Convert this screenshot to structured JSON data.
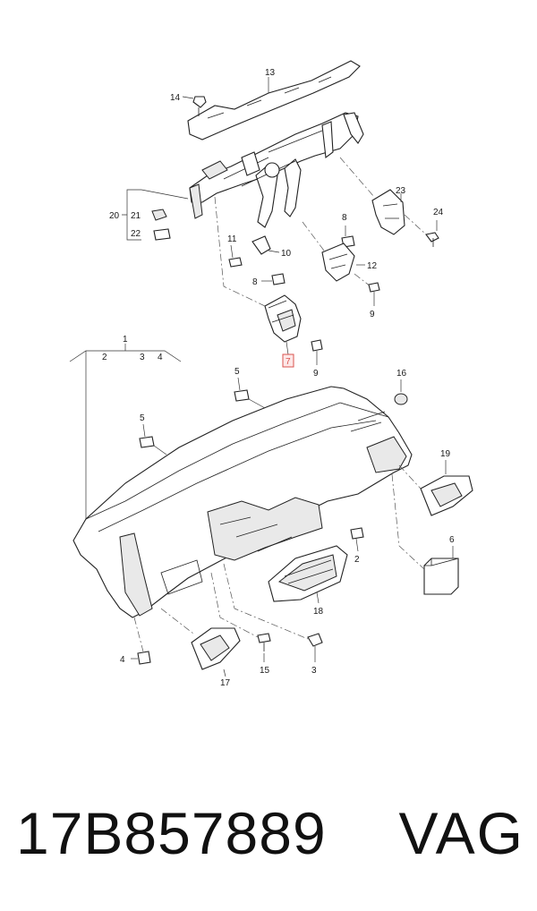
{
  "callouts": {
    "c13": "13",
    "c14": "14",
    "c20": "20",
    "c21": "21",
    "c22": "22",
    "c23": "23",
    "c24": "24",
    "c8a": "8",
    "c11": "11",
    "c10": "10",
    "c12": "12",
    "c8b": "8",
    "c9a": "9",
    "c7": "7",
    "c9b": "9",
    "c1": "1",
    "c2a": "2",
    "c3a": "3",
    "c4a": "4",
    "c5a": "5",
    "c16": "16",
    "c5b": "5",
    "c19": "19",
    "c6": "6",
    "c2b": "2",
    "c18": "18",
    "c4b": "4",
    "c17": "17",
    "c15": "15",
    "c3b": "3"
  },
  "highlight_color": "#d9534f",
  "footer": {
    "part_number": "17B857889",
    "brand": "VAG"
  }
}
